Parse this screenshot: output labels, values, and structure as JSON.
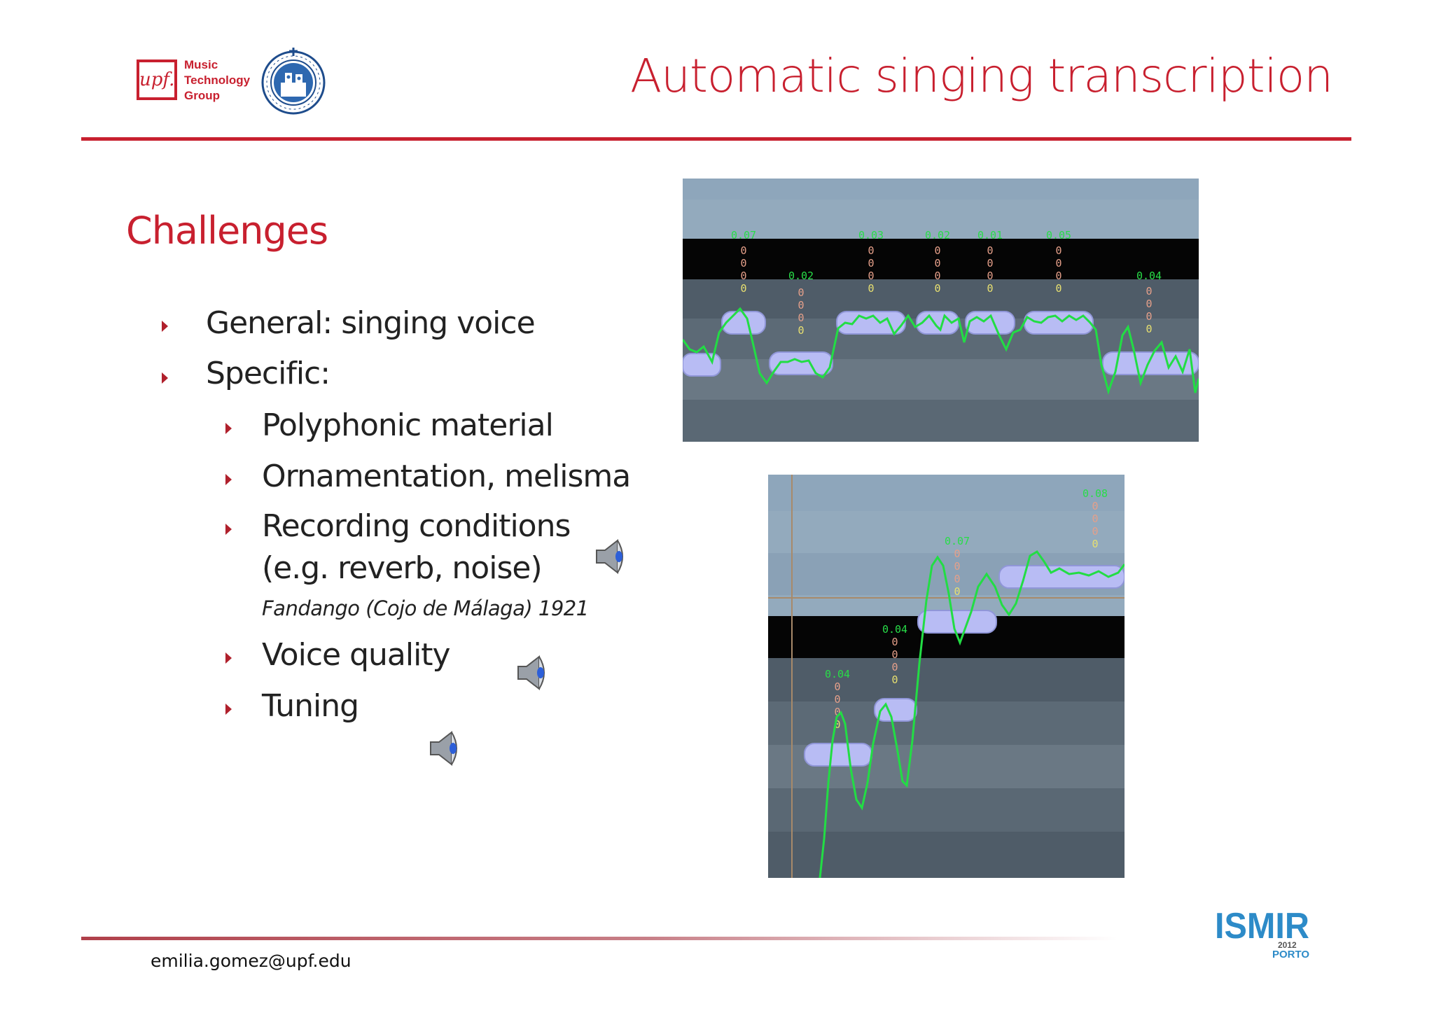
{
  "header": {
    "logo_upf": "upf.",
    "logo_lines": [
      "Music",
      "Technology",
      "Group"
    ],
    "title": "Automatic singing transcription"
  },
  "content": {
    "heading": "Challenges",
    "bullets": [
      "General: singing voice",
      "Specific:"
    ],
    "sub_bullets": [
      "Polyphonic material",
      "Ornamentation, melisma",
      "Recording conditions",
      "(e.g. reverb, noise)",
      "Voice quality",
      "Tuning"
    ],
    "caption": "Fandango (Cojo de Málaga) 1921"
  },
  "plots": {
    "plot1_labels": [
      "0.07",
      "0.02",
      "0.03",
      "0.02",
      "0.01",
      "0.05",
      "0.04"
    ],
    "plot2_labels": [
      "0.04",
      "0.04",
      "0.07",
      "0.08"
    ],
    "zero": "0"
  },
  "footer": {
    "email": "emilia.gomez@upf.edu",
    "logo_ismir": "ISMIR",
    "logo_year": "2012",
    "logo_city": "PORTO"
  },
  "colors": {
    "accent": "#c8202f",
    "pitch_line": "#22dd44",
    "note_bar": "#b8bcf4",
    "ismir_blue": "#2d8bc8"
  }
}
